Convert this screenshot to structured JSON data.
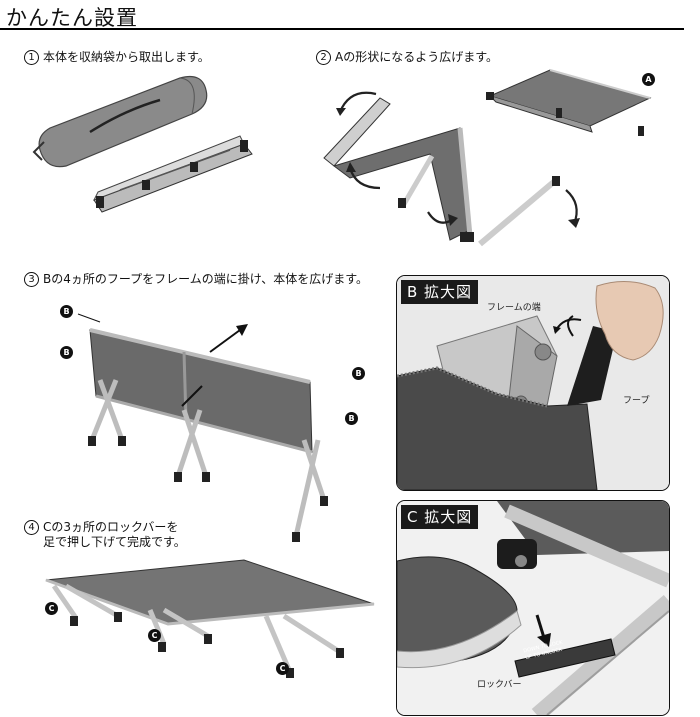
{
  "page": {
    "title": "かんたん設置"
  },
  "steps": [
    {
      "num": "1",
      "text": "本体を収納袋から取出します。"
    },
    {
      "num": "2",
      "text": "Aの形状になるよう広げます。"
    },
    {
      "num": "3",
      "text": "Bの4ヵ所のフープをフレームの端に掛け、本体を広げます。"
    },
    {
      "num": "4",
      "text": "Cの3ヵ所のロックバーを\n足で押し下げて完成です。"
    }
  ],
  "markers": {
    "a": "A",
    "b": "B",
    "c": "C"
  },
  "panel_b": {
    "heading": "B 拡大図",
    "frame_end_label": "フレームの端",
    "hoop_label": "フープ"
  },
  "panel_c": {
    "heading": "C 拡大図",
    "lockbar_label": "ロックバー",
    "lockbar_text_1": "DOWN TO LOCK",
    "lockbar_text_2": "UP TO UNLOCK"
  }
}
